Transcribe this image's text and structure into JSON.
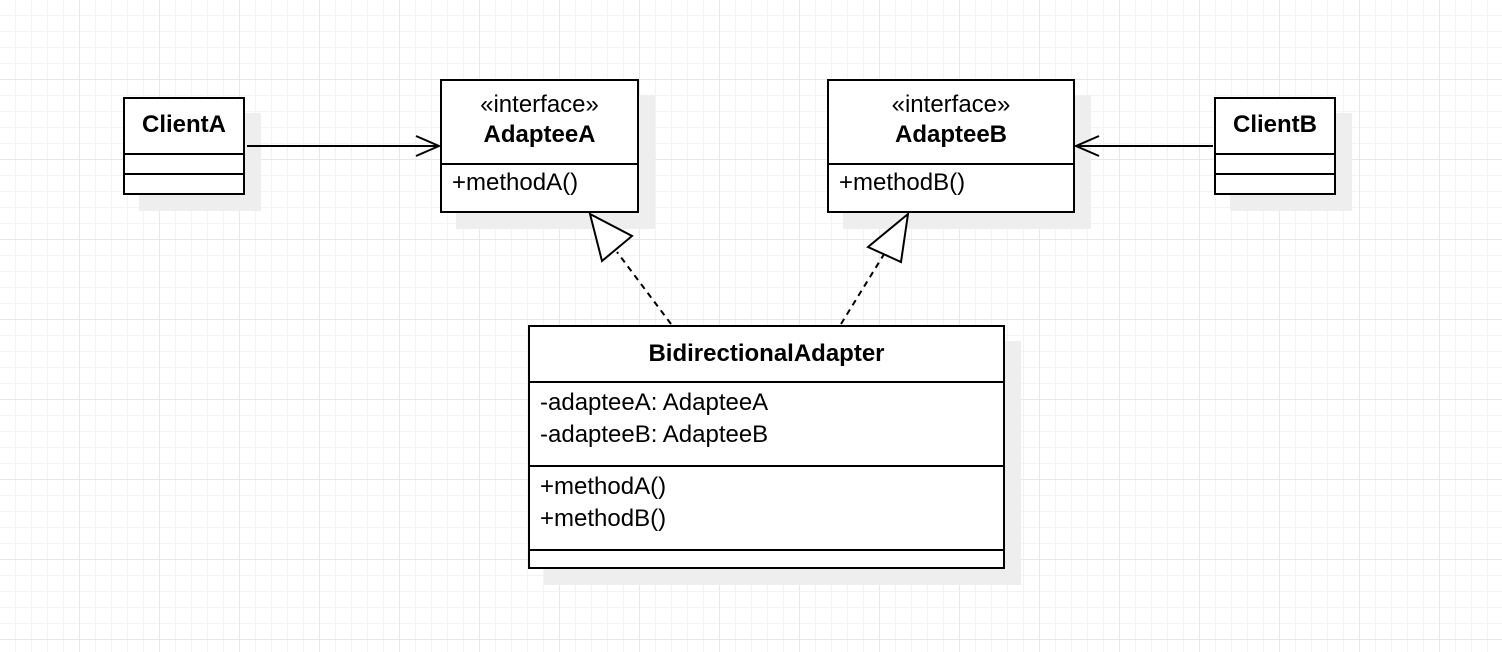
{
  "diagram": {
    "client_a": {
      "name": "ClientA"
    },
    "client_b": {
      "name": "ClientB"
    },
    "adaptee_a": {
      "stereotype": "«interface»",
      "name": "AdapteeA",
      "methods": [
        "+methodA()"
      ]
    },
    "adaptee_b": {
      "stereotype": "«interface»",
      "name": "AdapteeB",
      "methods": [
        "+methodB()"
      ]
    },
    "adapter": {
      "name": "BidirectionalAdapter",
      "attributes": [
        "-adapteeA: AdapteeA",
        "-adapteeB: AdapteeB"
      ],
      "methods": [
        "+methodA()",
        "+methodB()"
      ]
    },
    "relations": [
      {
        "from": "ClientA",
        "to": "AdapteeA",
        "kind": "association"
      },
      {
        "from": "ClientB",
        "to": "AdapteeB",
        "kind": "association"
      },
      {
        "from": "BidirectionalAdapter",
        "to": "AdapteeA",
        "kind": "realization"
      },
      {
        "from": "BidirectionalAdapter",
        "to": "AdapteeB",
        "kind": "realization"
      }
    ],
    "colors": {
      "line": "#000000",
      "shadow": "#eeeeee",
      "background": "#ffffff"
    }
  }
}
